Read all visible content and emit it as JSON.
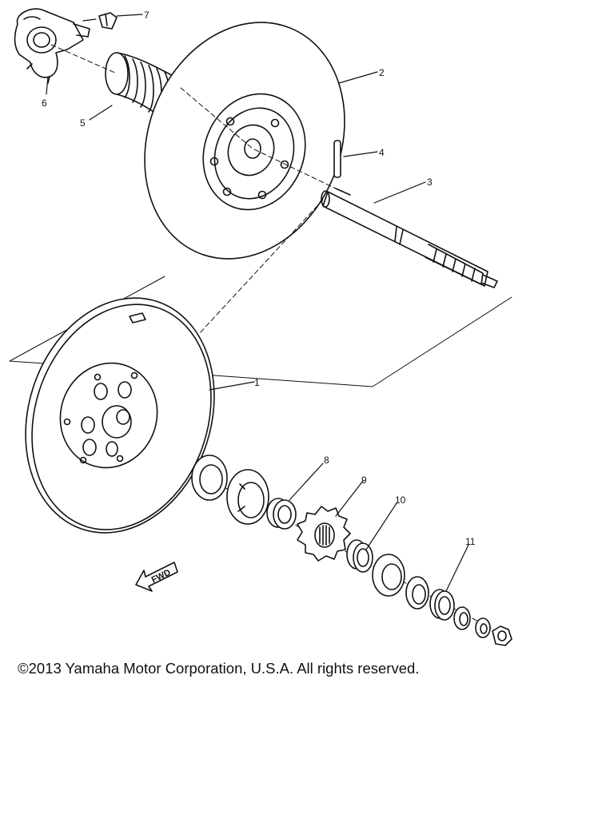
{
  "diagram": {
    "callouts": [
      {
        "number": "1"
      },
      {
        "number": "2"
      },
      {
        "number": "3"
      },
      {
        "number": "4"
      },
      {
        "number": "5"
      },
      {
        "number": "6"
      },
      {
        "number": "7"
      },
      {
        "number": "8"
      },
      {
        "number": "9"
      },
      {
        "number": "10"
      },
      {
        "number": "11"
      }
    ],
    "fwd_marker": "FWD"
  },
  "copyright": "©2013 Yamaha Motor Corporation, U.S.A. All rights reserved."
}
